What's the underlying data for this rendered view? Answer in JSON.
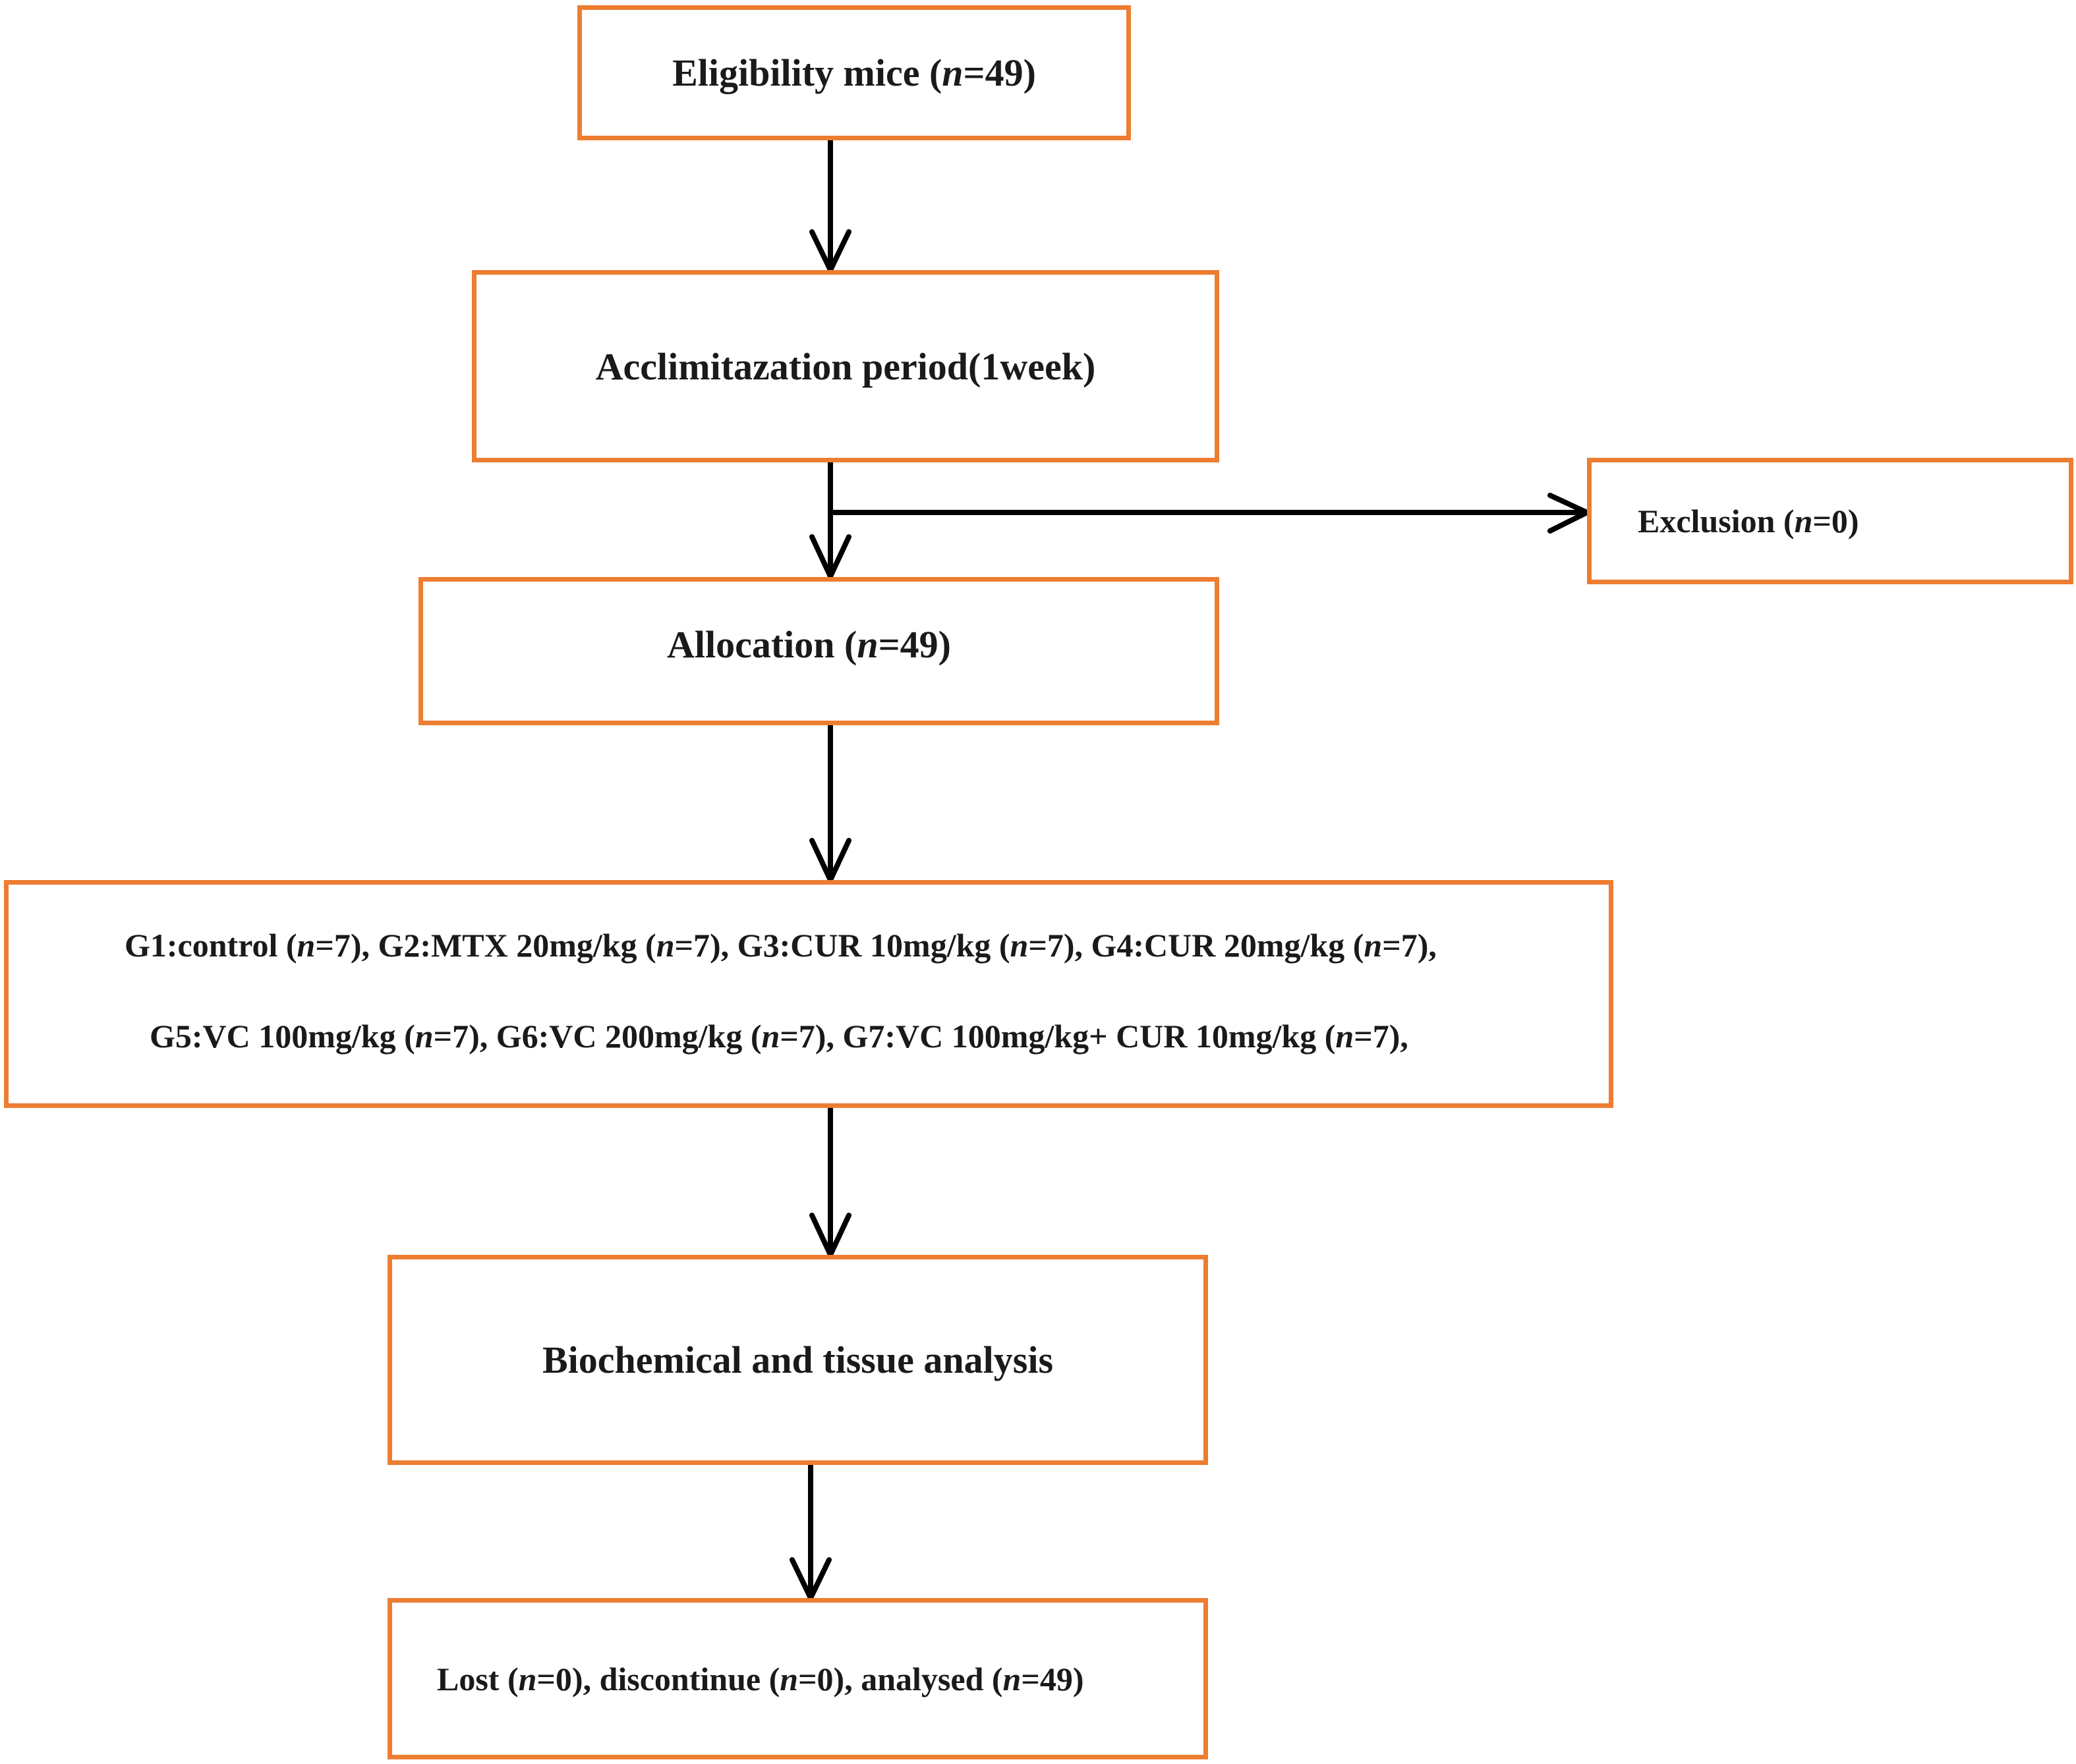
{
  "flow": {
    "eligibility": {
      "prefix": "Eligibility mice (",
      "n": "n",
      "suffix": "=49)"
    },
    "acclimatization": "Acclimitazation period(1week)",
    "exclusion": {
      "prefix": "Exclusion (",
      "n": "n",
      "suffix": "=0)"
    },
    "allocation": {
      "prefix": "Allocation (",
      "n": "n",
      "suffix": "=49)"
    },
    "groups": {
      "line1": [
        {
          "label": "G1:control (",
          "n": "n",
          "suffix": "=7), "
        },
        {
          "label": "G2:MTX 20mg/kg (",
          "n": "n",
          "suffix": "=7), "
        },
        {
          "label": "G3:CUR 10mg/kg (",
          "n": "n",
          "suffix": "=7), "
        },
        {
          "label": "G4:CUR 20mg/kg (",
          "n": "n",
          "suffix": "=7),"
        }
      ],
      "line2": [
        {
          "label": "G5:VC 100mg/kg (",
          "n": "n",
          "suffix": "=7), "
        },
        {
          "label": "G6:VC 200mg/kg (",
          "n": "n",
          "suffix": "=7), "
        },
        {
          "label": "G7:VC 100mg/kg+ CUR 10mg/kg (",
          "n": "n",
          "suffix": "=7),"
        }
      ]
    },
    "analysis": "Biochemical and tissue analysis",
    "outcome": [
      {
        "label": "Lost (",
        "n": "n",
        "suffix": "=0), "
      },
      {
        "label": "discontinue (",
        "n": "n",
        "suffix": "=0), "
      },
      {
        "label": "analysed (",
        "n": "n",
        "suffix": "=49)"
      }
    ]
  },
  "colors": {
    "box_border": "#ED7D31",
    "arrow": "#000000"
  }
}
